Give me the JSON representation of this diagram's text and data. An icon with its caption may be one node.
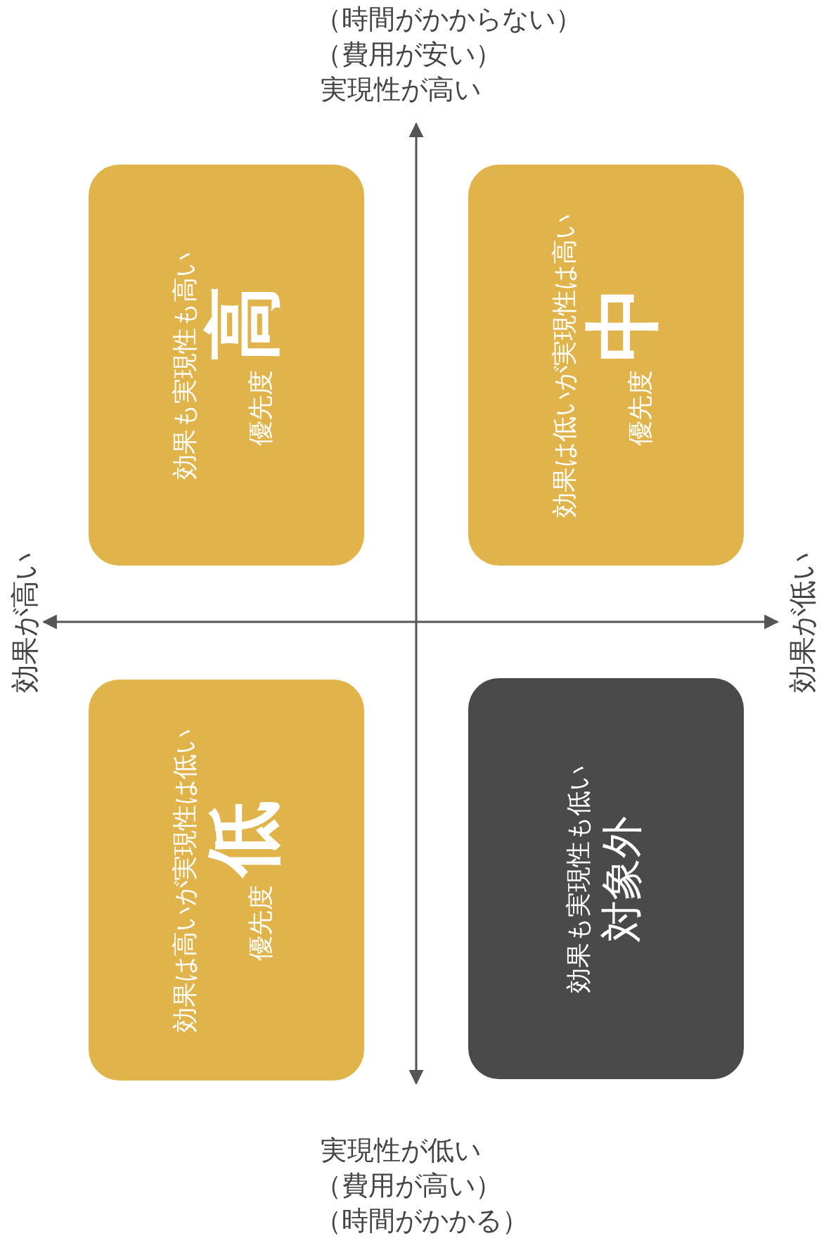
{
  "diagram": {
    "nodes": [
      {
        "text": [
          "効果も実現性も高い",
          "優先度",
          "高"
        ]
      },
      {
        "text": [
          "効果は低いが実現性は高い",
          "優先度",
          "中"
        ]
      },
      {
        "text": [
          "効果は高いが実現性は低い",
          "優先度",
          "低"
        ]
      },
      {
        "text": [
          "効果も実現性も低い",
          "対象外"
        ]
      }
    ],
    "labels": [
      "（時間がかからない）",
      "（費用が安い）",
      "実現性が高い",
      "効果が高い",
      "効果が低い",
      "実現性が低い",
      "（費用が高い）",
      "（時間がかかる）"
    ]
  }
}
